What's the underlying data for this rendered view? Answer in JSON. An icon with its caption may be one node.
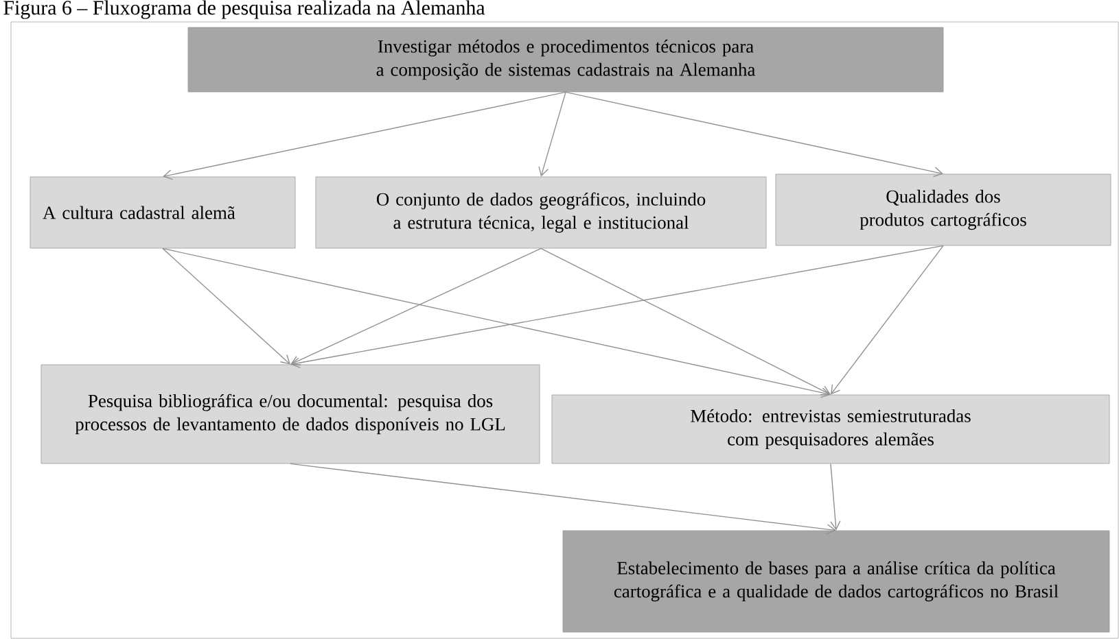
{
  "diagram": {
    "title": "Figura 6 – Fluxograma de pesquisa realizada na Alemanha",
    "nodes": [
      {
        "text": [
          "Investigar métodos e procedimentos técnicos para a composição de sistemas cadastrais na Alemanha"
        ]
      },
      {
        "text": [
          "A cultura cadastral alemã"
        ]
      },
      {
        "text": [
          "O conjunto de dados geográficos, incluindo a estrutura técnica, legal e institucional"
        ]
      },
      {
        "text": [
          "Qualidades dos produtos cartográficos"
        ]
      },
      {
        "text": [
          "Pesquisa bibliográfica e/ou documental: pesquisa dos processos de levantamento de dados disponíveis no LGL"
        ]
      },
      {
        "text": [
          "Método: entrevistas semiestruturadas com pesquisadores alemães"
        ]
      },
      {
        "text": [
          "Estabelecimento de bases para a análise crítica da política cartográfica e a qualidade de dados cartográficos no Brasil"
        ]
      }
    ],
    "edges": [
      {
        "from": 0,
        "to": 1,
        "arrow": "to"
      },
      {
        "from": 0,
        "to": 2,
        "arrow": "to"
      },
      {
        "from": 0,
        "to": 3,
        "arrow": "to"
      },
      {
        "from": 1,
        "to": 4,
        "arrow": "to"
      },
      {
        "from": 1,
        "to": 5,
        "arrow": "to"
      },
      {
        "from": 2,
        "to": 4,
        "arrow": "to"
      },
      {
        "from": 2,
        "to": 5,
        "arrow": "to"
      },
      {
        "from": 3,
        "to": 4,
        "arrow": "to"
      },
      {
        "from": 3,
        "to": 5,
        "arrow": "to"
      },
      {
        "from": 4,
        "to": 6,
        "arrow": "to"
      },
      {
        "from": 5,
        "to": 6,
        "arrow": "to"
      }
    ]
  }
}
